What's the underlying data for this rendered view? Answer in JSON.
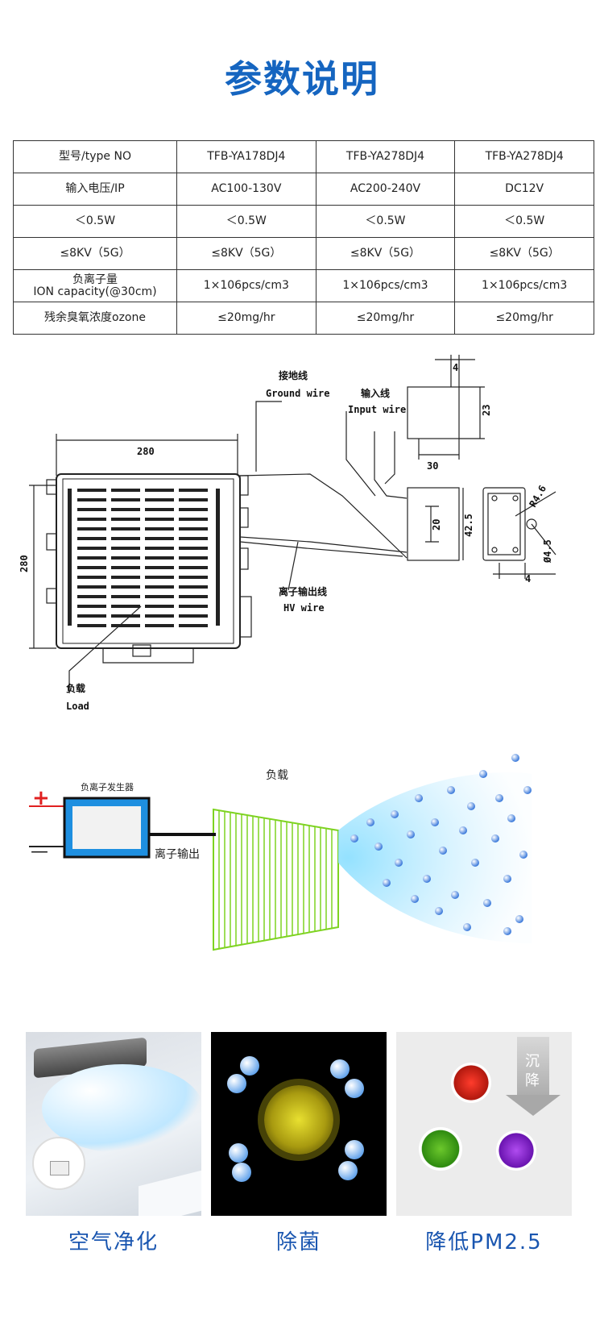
{
  "title": "参数说明",
  "spec_table": {
    "rows": [
      [
        "型号/type NO",
        "TFB-YA178DJ4",
        "TFB-YA278DJ4",
        "TFB-YA278DJ4"
      ],
      [
        "输入电压/IP",
        "AC100-130V",
        "AC200-240V",
        "DC12V"
      ],
      [
        "＜0.5W",
        "＜0.5W",
        "＜0.5W",
        "＜0.5W"
      ],
      [
        "≤8KV（5G）",
        "≤8KV（5G）",
        "≤8KV（5G）",
        "≤8KV（5G）"
      ],
      [
        "负离子量",
        "1×106pcs/cm3",
        "1×106pcs/cm3",
        "1×106pcs/cm3"
      ],
      [
        "残余臭氧浓度ozone",
        "≤20mg/hr",
        "≤20mg/hr",
        "≤20mg/hr"
      ]
    ],
    "row5_label_line2": "ION capacity(@30cm)"
  },
  "drawing": {
    "ground_wire_cn": "接地线",
    "ground_wire_en": "Ground wire",
    "input_wire_cn": "输入线",
    "input_wire_en": "Input wire",
    "hv_wire_cn": "离子输出线",
    "hv_wire_en": "HV wire",
    "load_cn": "负载",
    "load_en": "Load",
    "dim_280_top": "280",
    "dim_280_side": "280",
    "dim_4_top": "4",
    "dim_23": "23",
    "dim_30": "30",
    "dim_20": "20",
    "dim_42_5": "42.5",
    "dim_r4_6": "R4.6",
    "dim_4_5": "Ø4.5",
    "dim_4_bottom": "4"
  },
  "ion_diagram": {
    "load_label": "负载",
    "generator_label": "负离子发生器",
    "output_label": "离子输出",
    "plus": "+",
    "minus": "—"
  },
  "applications": [
    {
      "label": "空气净化"
    },
    {
      "label": "除菌"
    },
    {
      "label": "降低PM2.5",
      "arrow_text_1": "沉",
      "arrow_text_2": "降"
    }
  ],
  "colors": {
    "title": "#1565c0",
    "caption": "#1a56b0",
    "load_grid": "#7ed321"
  }
}
